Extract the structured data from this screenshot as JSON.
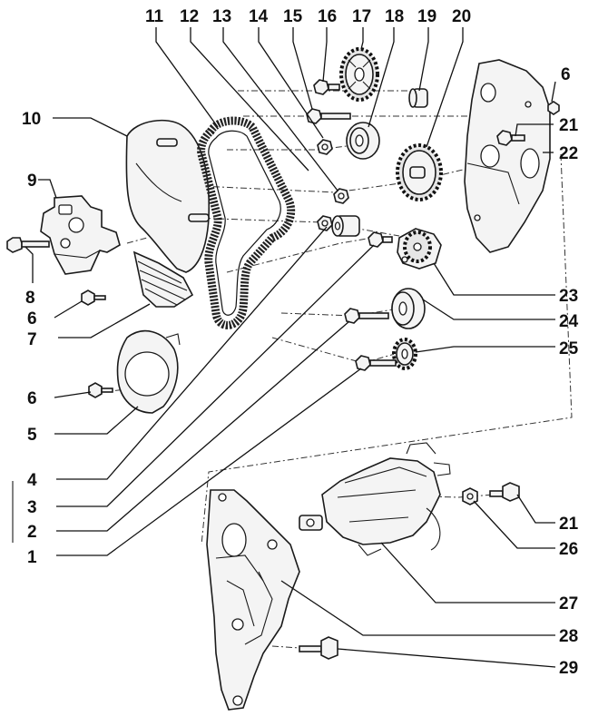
{
  "labels": {
    "l1": "1",
    "l2": "2",
    "l3": "3",
    "l4": "4",
    "l5": "5",
    "l6a": "6",
    "l6b": "6",
    "l6c": "6",
    "l7": "7",
    "l8": "8",
    "l9": "9",
    "l10": "10",
    "l11": "11",
    "l12": "12",
    "l13": "13",
    "l14": "14",
    "l15": "15",
    "l16": "16",
    "l17": "17",
    "l18": "18",
    "l19": "19",
    "l20": "20",
    "l21a": "21",
    "l21b": "21",
    "l22": "22",
    "l23": "23",
    "l24": "24",
    "l25": "25",
    "l26": "26",
    "l27": "27",
    "l28": "28",
    "l29": "29"
  },
  "colors": {
    "line": "#111111",
    "fill": "#f4f4f4",
    "background": "#ffffff"
  }
}
